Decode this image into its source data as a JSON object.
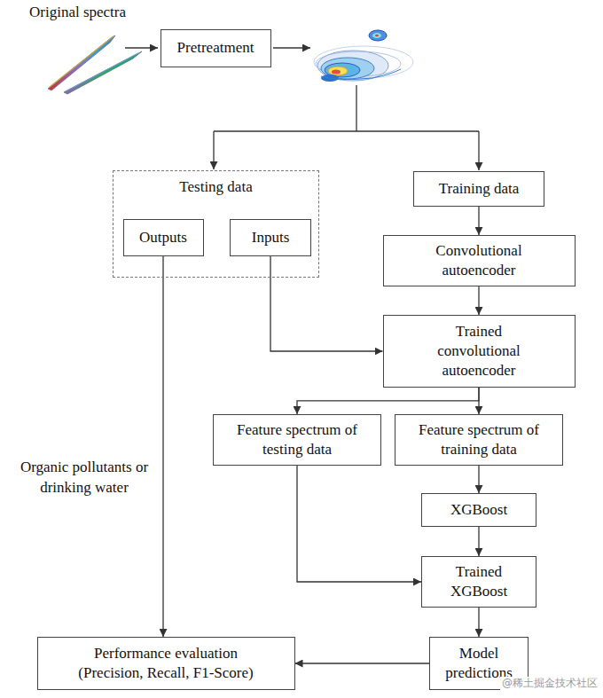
{
  "diagram": {
    "nodes": [
      {
        "text": [
          "Pretreatment"
        ]
      },
      {
        "text": [
          "Testing data"
        ]
      },
      {
        "text": [
          "Outputs"
        ],
        "in": 1
      },
      {
        "text": [
          "Inputs"
        ],
        "in": 1
      },
      {
        "text": [
          "Training data"
        ]
      },
      {
        "text": [
          "Convolutional autoencoder"
        ]
      },
      {
        "text": [
          "Trained convolutional autoencoder"
        ]
      },
      {
        "text": [
          "Feature spectrum of testing data"
        ]
      },
      {
        "text": [
          "Feature spectrum of training data"
        ]
      },
      {
        "text": [
          "XGBoost"
        ]
      },
      {
        "text": [
          "Trained XGBoost"
        ]
      },
      {
        "text": [
          "Model predictions"
        ]
      },
      {
        "text": [
          "Performance evaluation (Precision, Recall, F1-Score)"
        ]
      }
    ],
    "edges": [
      {
        "from": 3,
        "to": 6,
        "arrow": "to"
      },
      {
        "from": 4,
        "to": 5,
        "arrow": "to"
      },
      {
        "from": 5,
        "to": 6,
        "arrow": "to"
      },
      {
        "from": 6,
        "to": 7,
        "arrow": "to"
      },
      {
        "from": 6,
        "to": 8,
        "arrow": "to"
      },
      {
        "from": 8,
        "to": 9,
        "arrow": "to"
      },
      {
        "from": 9,
        "to": 10,
        "arrow": "to"
      },
      {
        "from": 7,
        "to": 10,
        "arrow": "to"
      },
      {
        "from": 10,
        "to": 11,
        "arrow": "to"
      },
      {
        "from": 11,
        "to": 12,
        "arrow": "to"
      },
      {
        "from": 2,
        "to": 12,
        "label": "Organic pollutants or drinking water",
        "arrow": "to"
      }
    ],
    "labels": [
      "Original spectra",
      "@稀土掘金技术社区"
    ]
  }
}
